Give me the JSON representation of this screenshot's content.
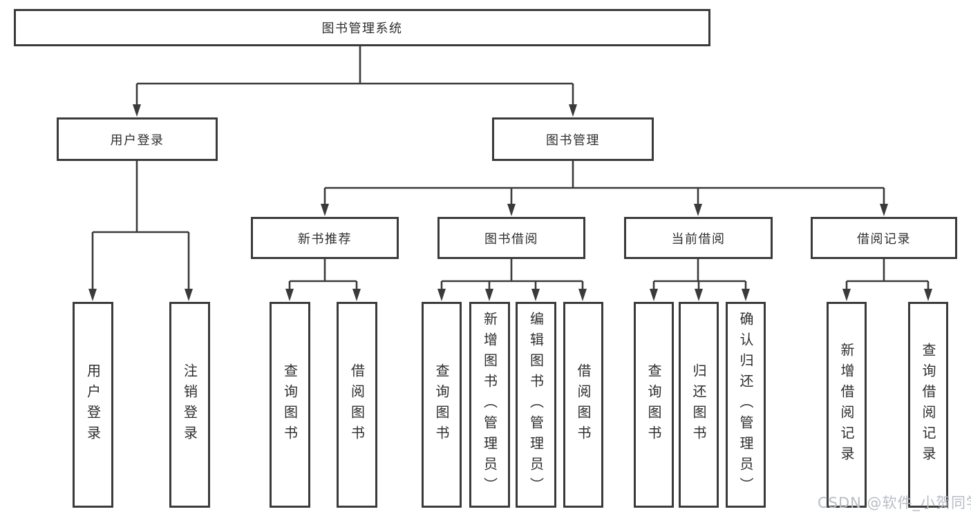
{
  "diagram": {
    "nodes": {
      "root": "图书管理系统",
      "userLogin": "用户登录",
      "bookMgmt": "图书管理",
      "newBook": "新书推荐",
      "bookBorrow": "图书借阅",
      "currentBorrow": "当前借阅",
      "borrowRecords": "借阅记录"
    },
    "leaves": [
      "用户登录",
      "注销登录",
      "查询图书",
      "借阅图书",
      "查询图书",
      "新增图书（管理员）",
      "编辑图书（管理员）",
      "借阅图书",
      "查询图书",
      "归还图书",
      "确认归还（管理员）",
      "新增借阅记录",
      "查询借阅记录"
    ]
  },
  "colors": {
    "line": "#3a3a3a",
    "text": "#2e2e2e",
    "watermark": "#b8bcc4",
    "background": "#ffffff"
  },
  "watermark": "CSDN @软件_小贺同学"
}
